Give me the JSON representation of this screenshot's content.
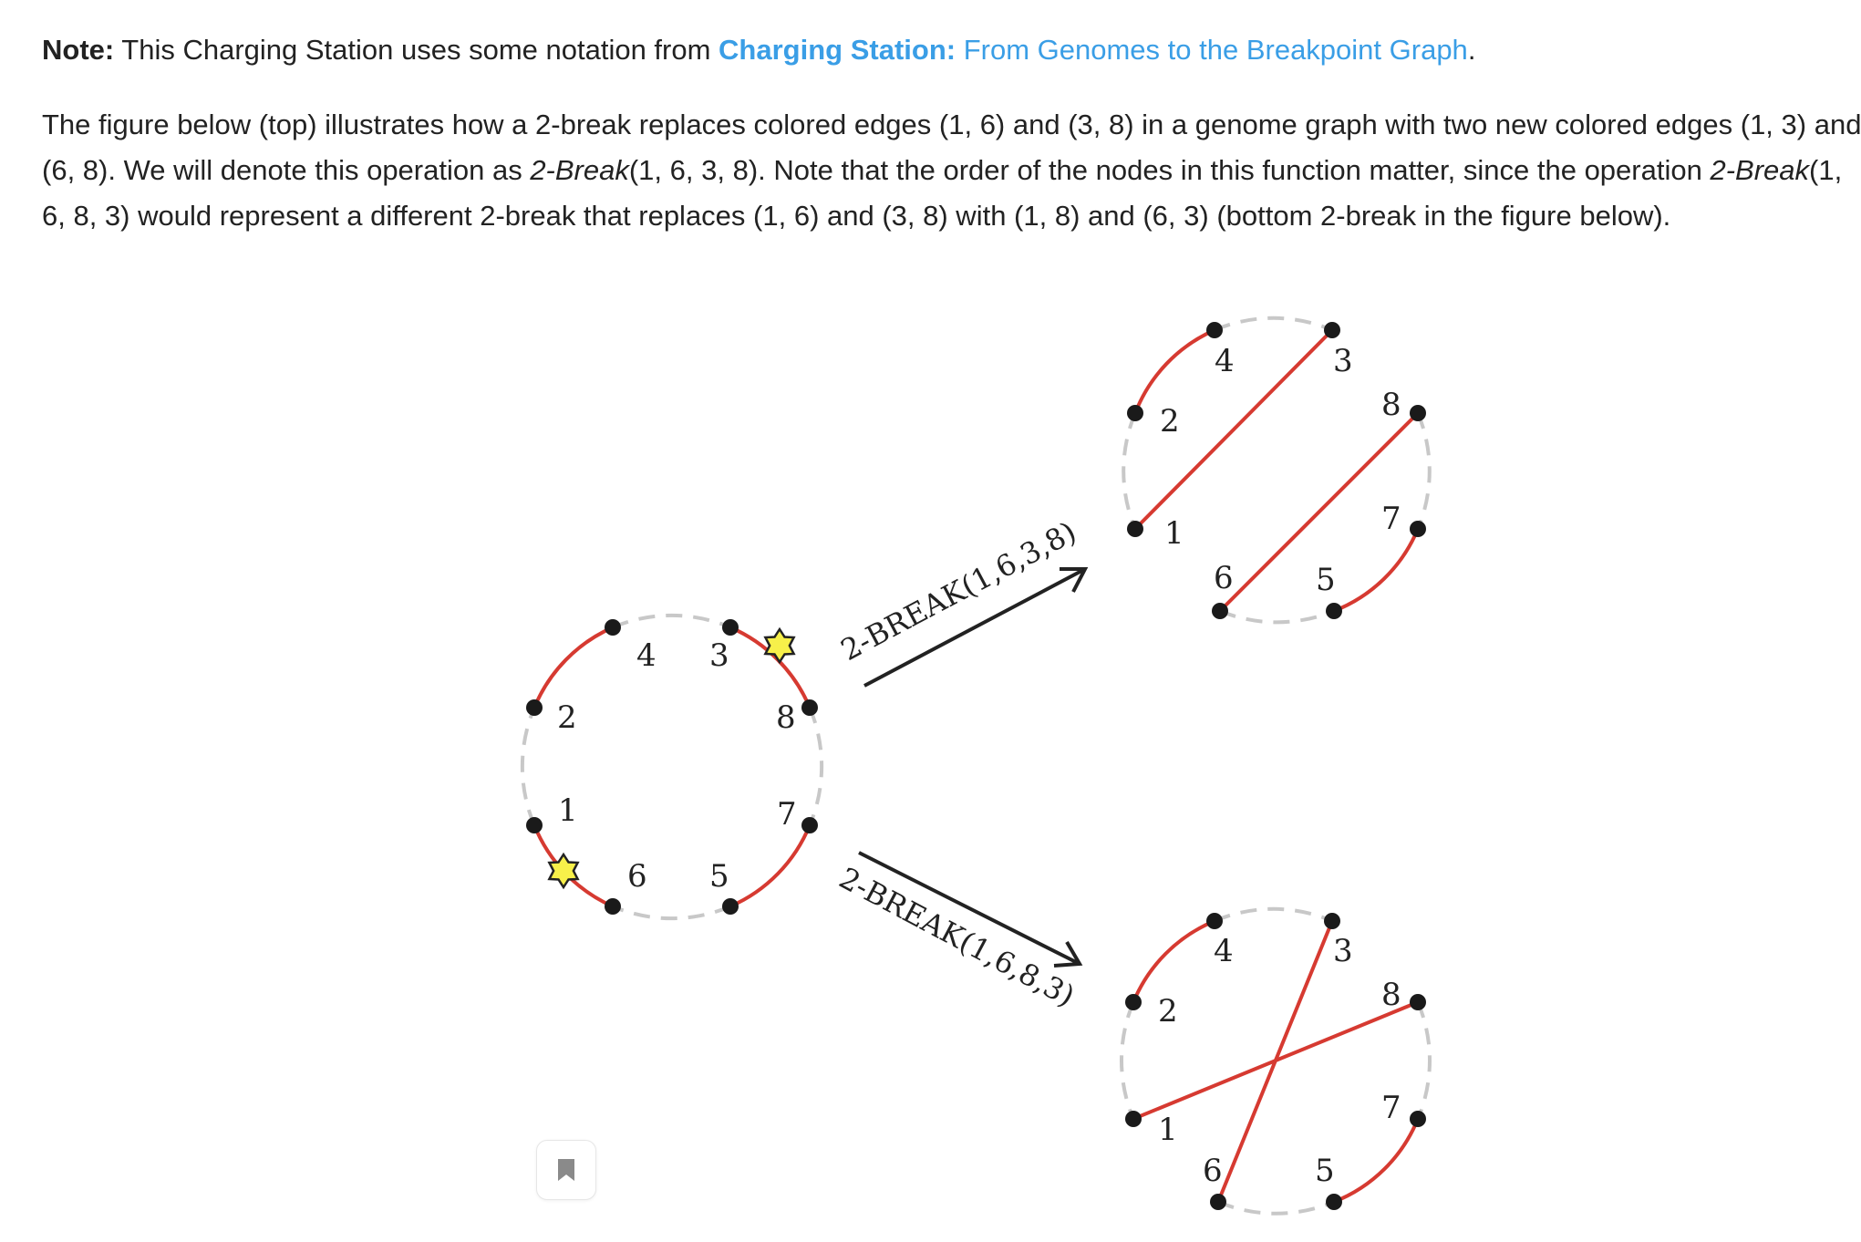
{
  "note": {
    "label": "Note:",
    "text_before": " This Charging Station uses some notation from ",
    "link_bold": "Charging Station:",
    "link_rest": " From Genomes to the Breakpoint Graph",
    "text_after": "."
  },
  "paragraph": {
    "l1": "The figure below (top) illustrates how a 2-break replaces colored edges (1, 6) and (3, 8) in a genome graph with two new colored edges (1, 3) and",
    "l2_a": "(6, 8). We will denote this operation as ",
    "l2_em1": "2-Break",
    "l2_b": "(1, 6, 3, 8). Note that the order of the nodes in this function matter, since the operation ",
    "l2_em2": "2-Break",
    "l2_c": "(1,",
    "l3": "6, 8, 3) would represent a different 2-break that replaces (1, 6) and (3, 8) with (1, 8) and (6, 3) (bottom 2-break in the figure below)."
  },
  "figure": {
    "node_labels": [
      "1",
      "2",
      "3",
      "4",
      "5",
      "6",
      "7",
      "8"
    ],
    "arrow_top_label": "2-BREAK(1,6,3,8)",
    "arrow_bottom_label": "2-BREAK(1,6,8,3)",
    "colors": {
      "red_edge": "#d63a31",
      "black_edge": "#c8c8c8",
      "node": "#1a1a1a",
      "star": "#f7f04a"
    }
  },
  "icons": {
    "bookmark": "bookmark-icon"
  }
}
